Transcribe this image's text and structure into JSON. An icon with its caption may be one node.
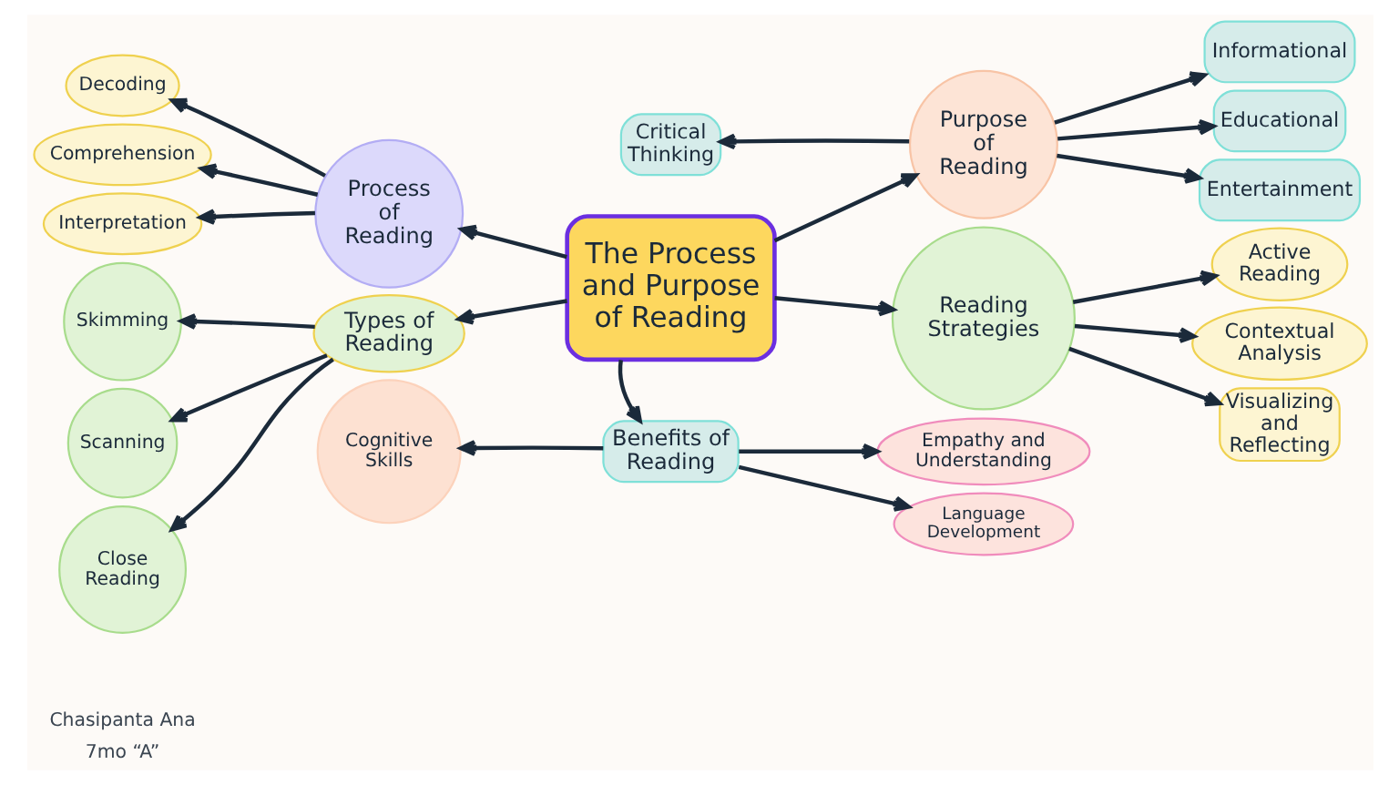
{
  "diagram": {
    "nodes": [
      {
        "text": [
          "The Process and Purpose of Reading"
        ]
      },
      {
        "text": [
          "Process of Reading"
        ]
      },
      {
        "text": [
          "Decoding"
        ]
      },
      {
        "text": [
          "Comprehension"
        ]
      },
      {
        "text": [
          "Interpretation"
        ]
      },
      {
        "text": [
          "Types of Reading"
        ]
      },
      {
        "text": [
          "Skimming"
        ]
      },
      {
        "text": [
          "Scanning"
        ]
      },
      {
        "text": [
          "Close Reading"
        ]
      },
      {
        "text": [
          "Cognitive Skills"
        ]
      },
      {
        "text": [
          "Benefits of Reading"
        ]
      },
      {
        "text": [
          "Empathy and Understanding"
        ]
      },
      {
        "text": [
          "Language Development"
        ]
      },
      {
        "text": [
          "Critical Thinking"
        ]
      },
      {
        "text": [
          "Purpose of Reading"
        ]
      },
      {
        "text": [
          "Informational"
        ]
      },
      {
        "text": [
          "Educational"
        ]
      },
      {
        "text": [
          "Entertainment"
        ]
      },
      {
        "text": [
          "Reading Strategies"
        ]
      },
      {
        "text": [
          "Active Reading"
        ]
      },
      {
        "text": [
          "Contextual Analysis"
        ]
      },
      {
        "text": [
          "Visualizing and Reflecting"
        ]
      }
    ],
    "edges": [
      {
        "from": 0,
        "to": 1,
        "arrow": "to"
      },
      {
        "from": 1,
        "to": 2,
        "arrow": "to"
      },
      {
        "from": 1,
        "to": 3,
        "arrow": "to"
      },
      {
        "from": 1,
        "to": 4,
        "arrow": "to"
      },
      {
        "from": 0,
        "to": 5,
        "arrow": "to"
      },
      {
        "from": 5,
        "to": 6,
        "arrow": "to"
      },
      {
        "from": 5,
        "to": 7,
        "arrow": "to"
      },
      {
        "from": 5,
        "to": 8,
        "arrow": "to"
      },
      {
        "from": 0,
        "to": 10,
        "arrow": "to"
      },
      {
        "from": 10,
        "to": 9,
        "arrow": "to"
      },
      {
        "from": 10,
        "to": 11,
        "arrow": "to"
      },
      {
        "from": 10,
        "to": 12,
        "arrow": "to"
      },
      {
        "from": 0,
        "to": 14,
        "arrow": "to"
      },
      {
        "from": 14,
        "to": 13,
        "arrow": "to"
      },
      {
        "from": 14,
        "to": 15,
        "arrow": "to"
      },
      {
        "from": 14,
        "to": 16,
        "arrow": "to"
      },
      {
        "from": 14,
        "to": 17,
        "arrow": "to"
      },
      {
        "from": 0,
        "to": 18,
        "arrow": "to"
      },
      {
        "from": 18,
        "to": 19,
        "arrow": "to"
      },
      {
        "from": 18,
        "to": 20,
        "arrow": "to"
      },
      {
        "from": 18,
        "to": 21,
        "arrow": "to"
      }
    ],
    "labels": [
      "Chasipanta Ana",
      "7mo “A”"
    ]
  }
}
